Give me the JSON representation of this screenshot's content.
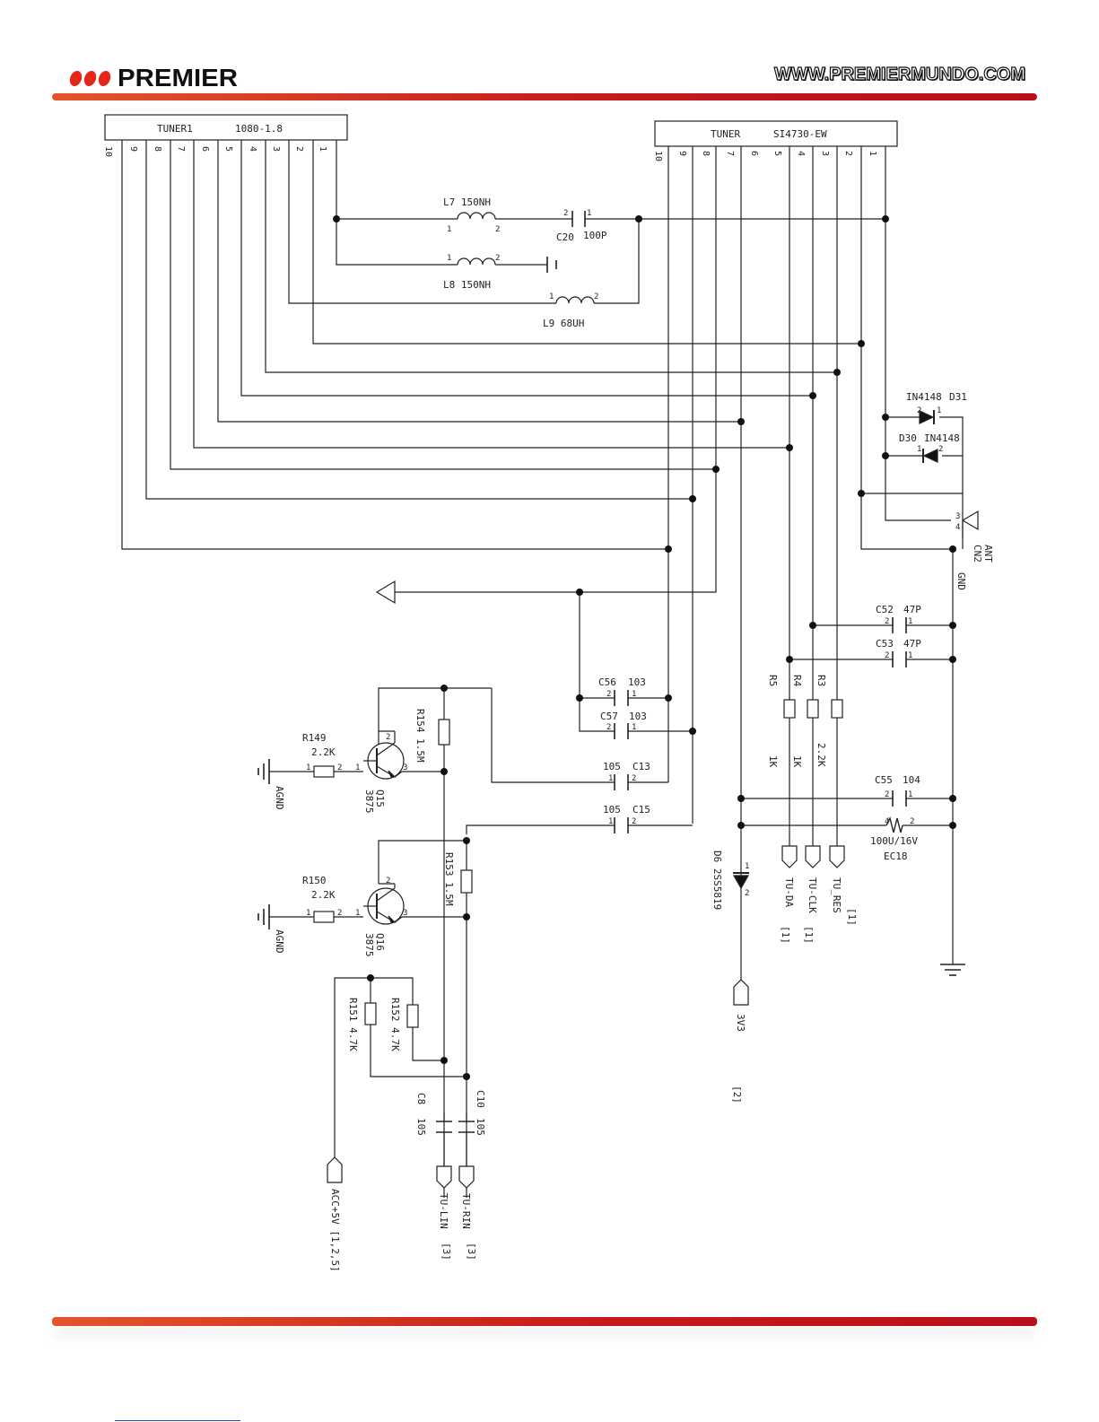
{
  "header": {
    "brand": "PREMIER",
    "website": "WWW.PREMIERMUNDO.COM",
    "brand_color": "#e8251b"
  },
  "tuner1": {
    "name": "TUNER1",
    "model": "1080-1.8",
    "pins": [
      "10",
      "9",
      "8",
      "7",
      "6",
      "5",
      "4",
      "3",
      "2",
      "1"
    ]
  },
  "tuner2": {
    "name": "TUNER",
    "model": "SI4730-EW",
    "pins": [
      "10",
      "9",
      "8",
      "7",
      "6",
      "5",
      "4",
      "3",
      "2",
      "1"
    ]
  },
  "components": {
    "L7": "L7 150NH",
    "L8": "L8 150NH",
    "L9": "L9 68UH",
    "C20": "C20",
    "C20v": "100P",
    "D31": "D31",
    "D31t": "IN4148",
    "D30": "D30",
    "D30t": "IN4148",
    "ANT": "ANT",
    "CN2": "CN2",
    "GND": "GND",
    "C52": "C52",
    "C52v": "47P",
    "C53": "C53",
    "C53v": "47P",
    "C56": "C56",
    "C56v": "103",
    "C57": "C57",
    "C57v": "103",
    "R5": "R5",
    "R4": "R4",
    "R3": "R3",
    "R5v": "1K",
    "R4v": "1K",
    "R3v": "2.2K",
    "C55": "C55",
    "C55v": "104",
    "EC18v": "100U/16V",
    "EC18": "EC18",
    "C13": "C13",
    "C13v": "105",
    "C15": "C15",
    "C15v": "105",
    "R154": "R154 1.5M",
    "R153": "R153 1.5M",
    "R149": "R149",
    "R149v": "2.2K",
    "R150": "R150",
    "R150v": "2.2K",
    "Q15": "Q15",
    "Q15v": "3875",
    "Q16": "Q16",
    "Q16v": "3875",
    "AGND1": "AGND",
    "AGND2": "AGND",
    "D6": "D6 2SS5819",
    "R151": "R151 4.7K",
    "R152": "R152 4.7K",
    "C8": "C8",
    "C8v": "105",
    "C10": "C10",
    "C10v": "105"
  },
  "ports": {
    "tu_da": "TU-DA",
    "tu_da_ref": "[1]",
    "tu_clk": "TU-CLK",
    "tu_clk_ref": "[1]",
    "tu_res": "TU_RES",
    "tu_res_ref": "[1]",
    "v33": "3V3",
    "v33_ref": "[2]",
    "acc": "ACC+5V [1,2,5]",
    "tu_lin": "TU-LIN",
    "tu_lin_ref": "[3]",
    "tu_rin": "TU-RIN",
    "tu_rin_ref": "[3]"
  },
  "pin_small": {
    "p1": "1",
    "p2": "2",
    "p3": "3",
    "p4": "4"
  }
}
